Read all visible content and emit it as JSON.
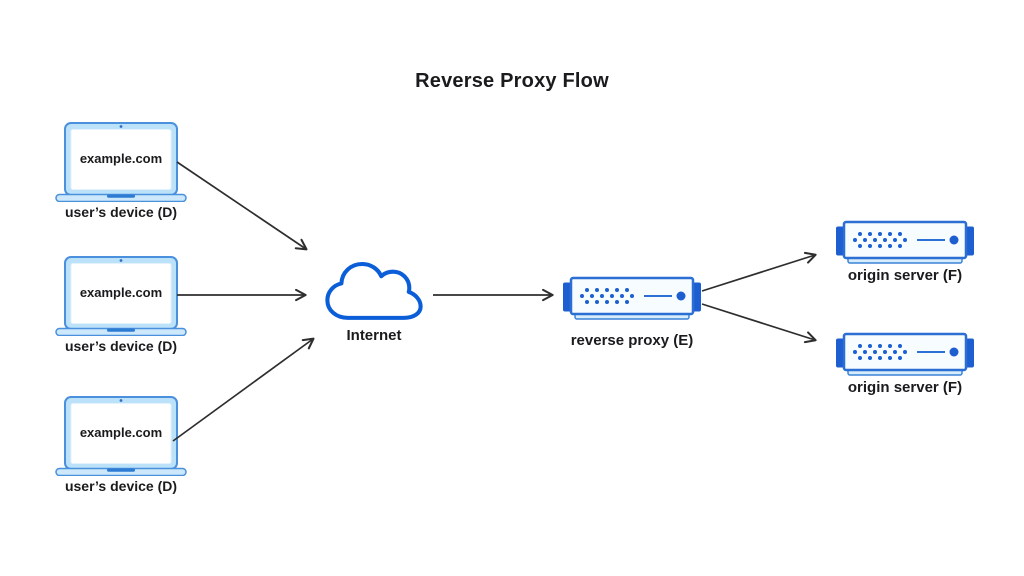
{
  "title": "Reverse Proxy Flow",
  "nodes": {
    "devices": [
      {
        "screen_text": "example.com",
        "label": "user’s device (D)"
      },
      {
        "screen_text": "example.com",
        "label": "user’s device (D)"
      },
      {
        "screen_text": "example.com",
        "label": "user’s device (D)"
      }
    ],
    "internet": {
      "label": "Internet"
    },
    "reverse_proxy": {
      "label": "reverse proxy (E)"
    },
    "origin_servers": [
      {
        "label": "origin server (F)"
      },
      {
        "label": "origin server (F)"
      }
    ]
  },
  "connections": [
    {
      "from": "user's device (D) 1",
      "to": "Internet"
    },
    {
      "from": "user's device (D) 2",
      "to": "Internet"
    },
    {
      "from": "user's device (D) 3",
      "to": "Internet"
    },
    {
      "from": "Internet",
      "to": "reverse proxy (E)"
    },
    {
      "from": "reverse proxy (E)",
      "to": "origin server (F) 1"
    },
    {
      "from": "reverse proxy (E)",
      "to": "origin server (F) 2"
    }
  ],
  "colors": {
    "cloud_stroke": "#0B5ED7",
    "laptop_stroke": "#4A90DC",
    "laptop_fill": "#BCE2FA",
    "server_stroke": "#2B6FD4",
    "server_accent": "#1D5FD0",
    "light_fill": "#D8EDFC",
    "arrow": "#2E2E2E",
    "text": "#1B1B1D"
  }
}
